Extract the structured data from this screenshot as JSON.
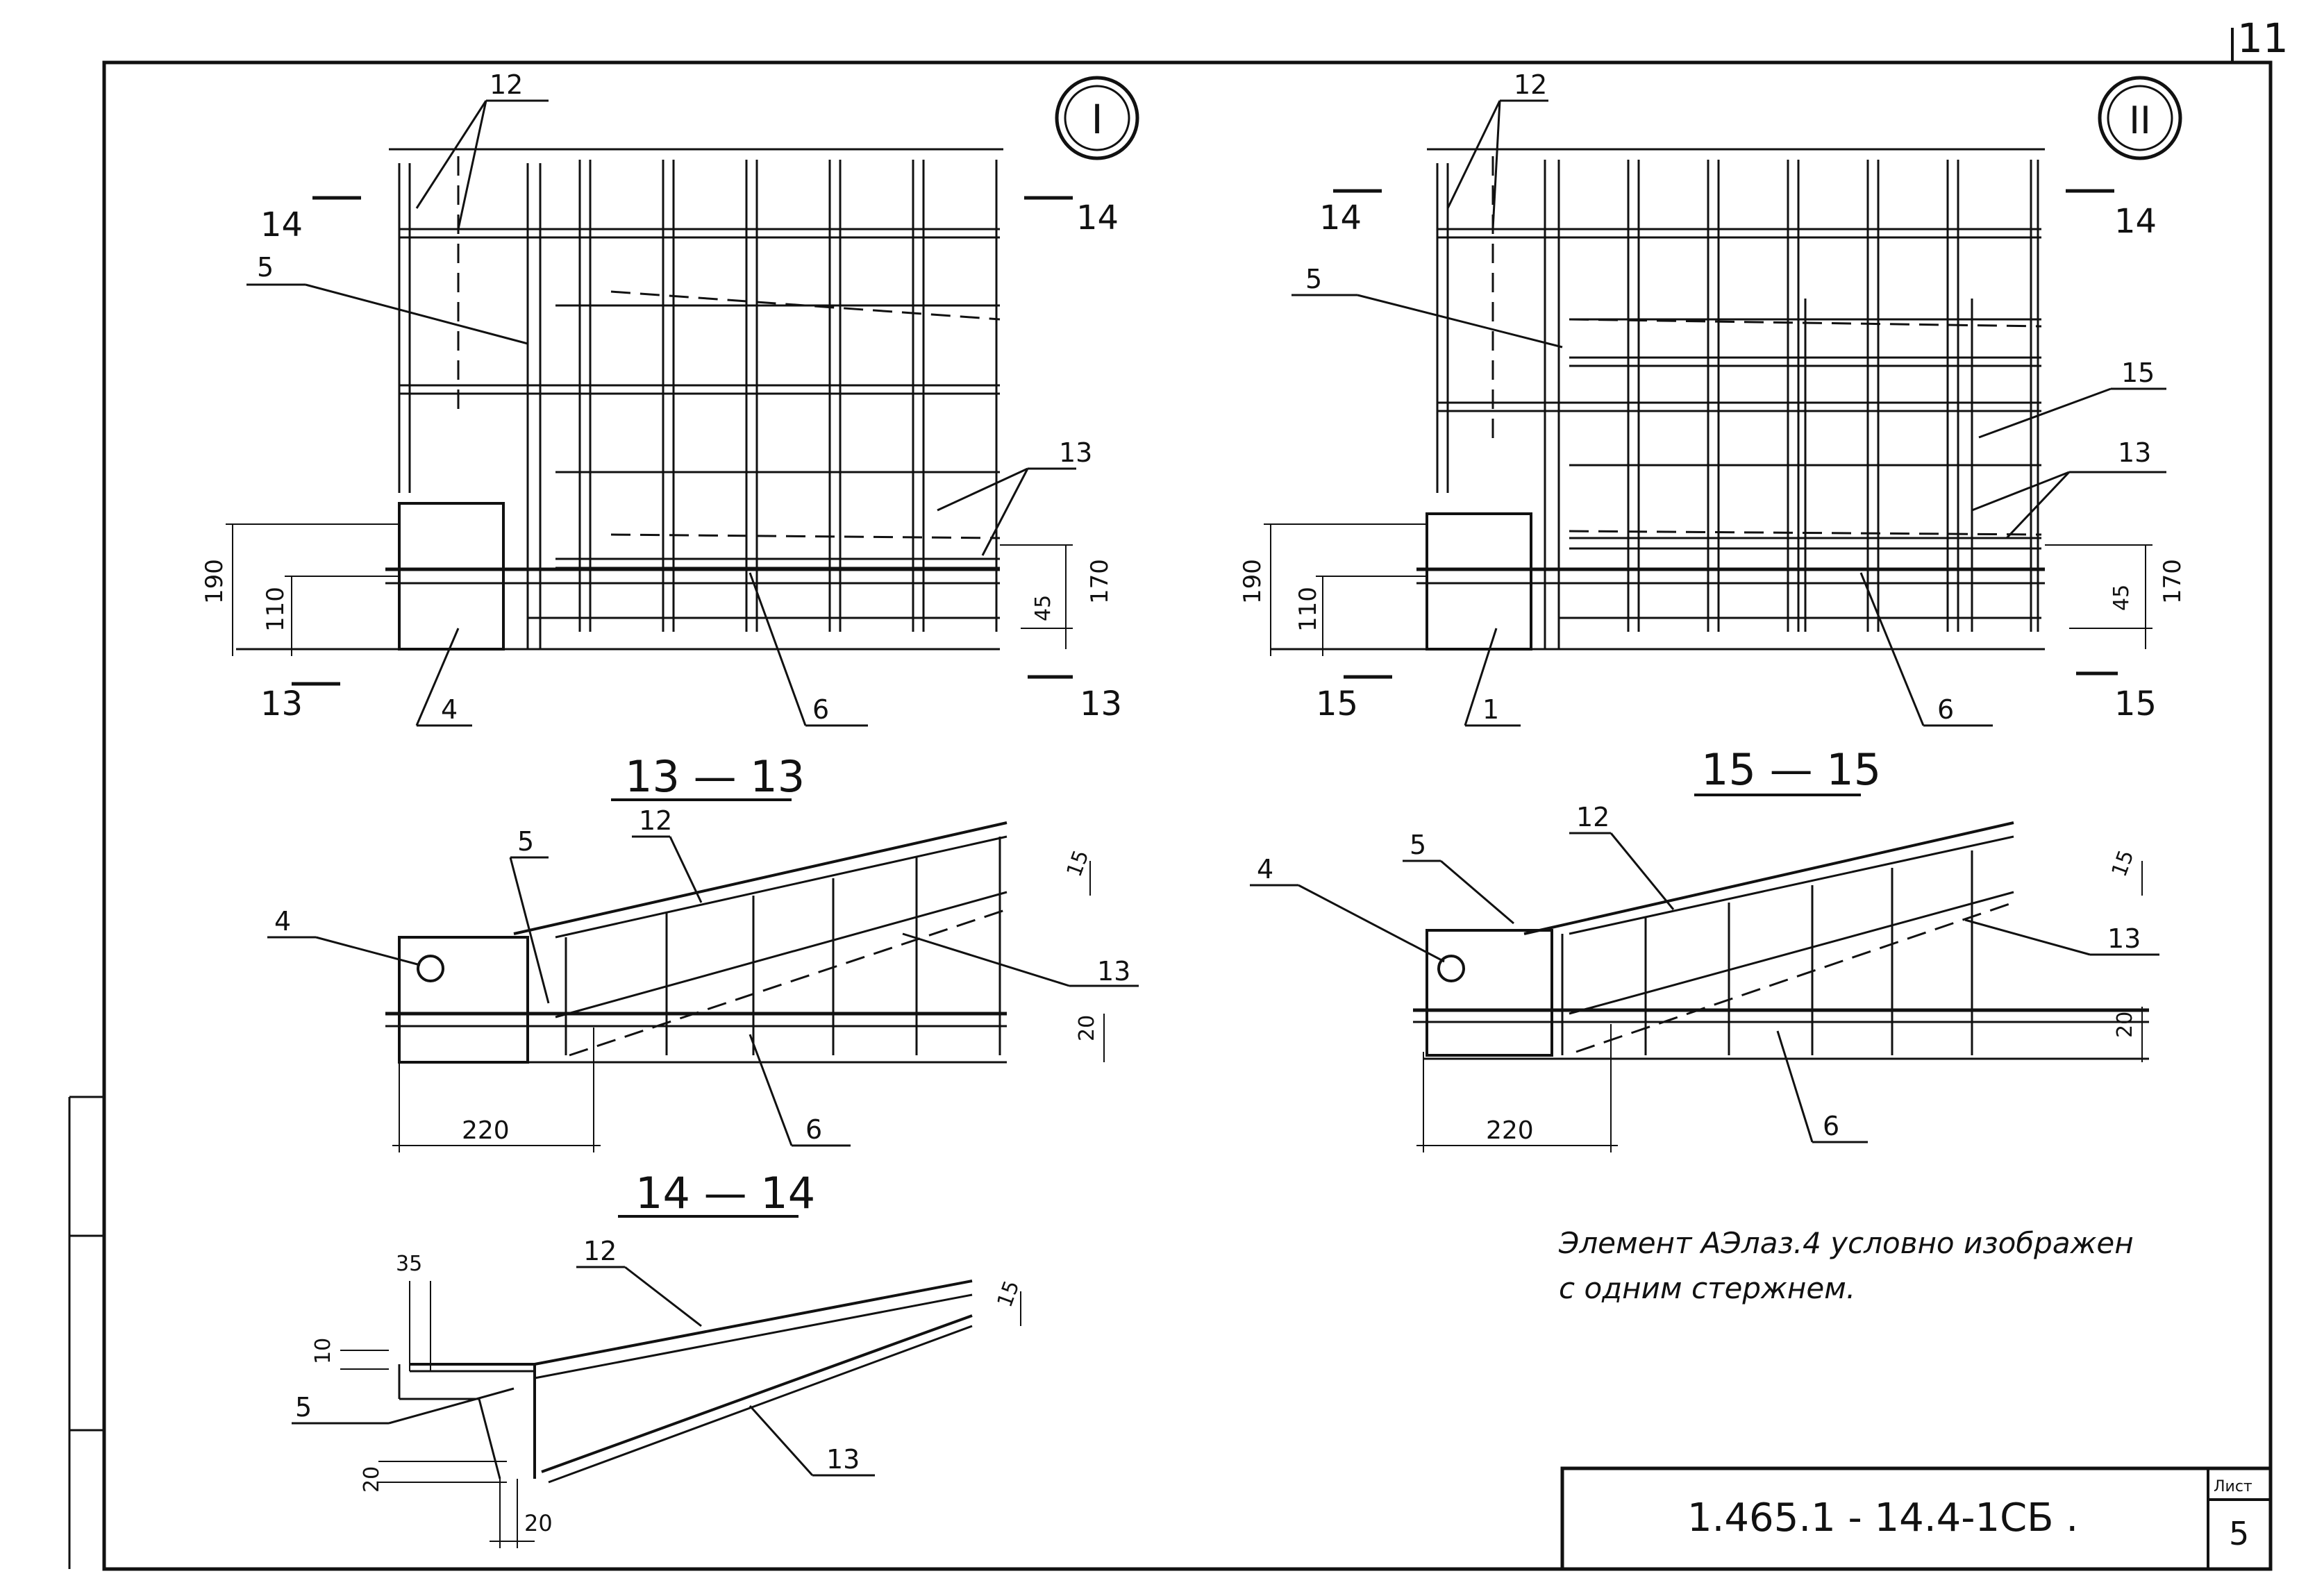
{
  "sheet": {
    "corner_number": "11",
    "note_line1": "Элемент АЭлаз.4 условно изображен",
    "note_line2": "с одним стержнем.",
    "document_code": "1.465.1 - 14.4-1СБ .",
    "sheet_label": "Лист",
    "sheet_number": "5"
  },
  "node1": {
    "circle_label": "I",
    "callouts": {
      "rebar12": "12",
      "rebar5": "5",
      "rebar13": "13",
      "rebar6": "6",
      "plate4": "4"
    },
    "section_top_left": "14",
    "section_top_right": "14",
    "section_bottom_left": "13",
    "section_bottom_right": "13",
    "dims": {
      "d190": "190",
      "d110": "110",
      "d45": "45",
      "d170": "170"
    }
  },
  "node2": {
    "circle_label": "II",
    "callouts": {
      "rebar12": "12",
      "rebar5": "5",
      "rebar15": "15",
      "rebar13": "13",
      "rebar6": "6",
      "plate1": "1"
    },
    "section_top_left": "14",
    "section_top_right": "14",
    "section_bottom_left": "15",
    "section_bottom_right": "15",
    "dims": {
      "d190": "190",
      "d110": "110",
      "d45": "45",
      "d170": "170"
    }
  },
  "section_13": {
    "title": "13 — 13",
    "callouts": {
      "plate4": "4",
      "rebar5": "5",
      "rebar12": "12",
      "rebar13": "13",
      "rebar6": "6"
    },
    "dims": {
      "d15": "15",
      "d20": "20",
      "d220": "220"
    }
  },
  "section_15": {
    "title": "15 — 15",
    "callouts": {
      "plate4": "4",
      "rebar5": "5",
      "rebar12": "12",
      "rebar13": "13",
      "rebar6": "6"
    },
    "dims": {
      "d15": "15",
      "d20": "20",
      "d220": "220"
    }
  },
  "section_14": {
    "title": "14 — 14",
    "callouts": {
      "rebar12": "12",
      "rebar5": "5",
      "rebar13": "13"
    },
    "dims": {
      "d35": "35",
      "d10": "10",
      "d15": "15",
      "d20v": "20",
      "d20h": "20"
    }
  }
}
